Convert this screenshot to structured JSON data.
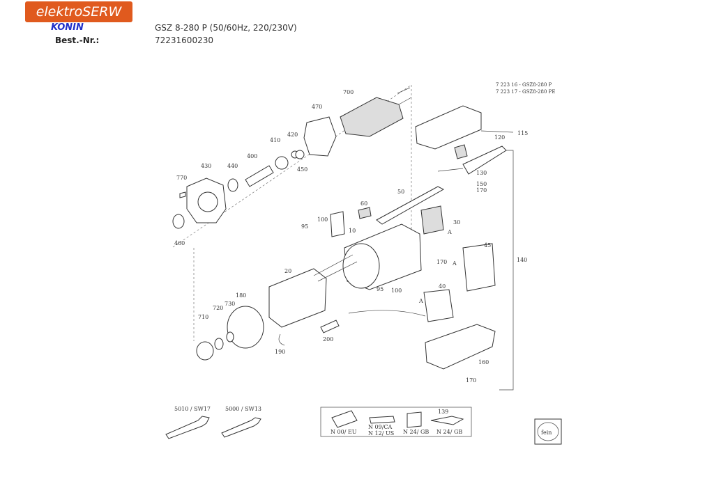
{
  "header": {
    "logo_text": "elektroSERW",
    "logo_city": "KONIN",
    "model": "GSZ 8-280 P (50/60Hz, 220/230V)",
    "best_nr_label": "Best.-Nr.:",
    "best_nr_value": "72231600230"
  },
  "refs": [
    "7 223 16 - GSZ8-280 P",
    "7 223 17 - GSZ8-280 PE"
  ],
  "parts": {
    "p700": "700",
    "p470": "470",
    "p420": "420",
    "p410": "410",
    "p450": "450",
    "p400": "400",
    "p440": "440",
    "p430": "430",
    "p770": "770",
    "p460": "460",
    "p115": "115",
    "p120": "120",
    "p130": "130",
    "p150": "150",
    "p170a": "170",
    "p50": "50",
    "p60": "60",
    "p100a": "100",
    "p95a": "95",
    "p10": "10",
    "p30": "30",
    "pA1": "A",
    "p45": "45",
    "p140": "140",
    "p170b": "170",
    "pA2": "A",
    "p95b": "95",
    "p100b": "100",
    "p40": "40",
    "pA3": "A",
    "p20": "20",
    "p180": "180",
    "p730": "730",
    "p720": "720",
    "p710": "710",
    "p200": "200",
    "p190": "190",
    "p160": "160",
    "p170c": "170"
  },
  "wrenches": {
    "w1": "5010 / SW17",
    "w2": "5000 / SW13"
  },
  "plugs": {
    "n00": "N 00/ EU",
    "n09": "N 09/CA",
    "n12": "N 12/ US",
    "n24a": "N 24/ GB",
    "p139": "139",
    "n24b": "N 24/ GB"
  },
  "brand_mark": "fein"
}
